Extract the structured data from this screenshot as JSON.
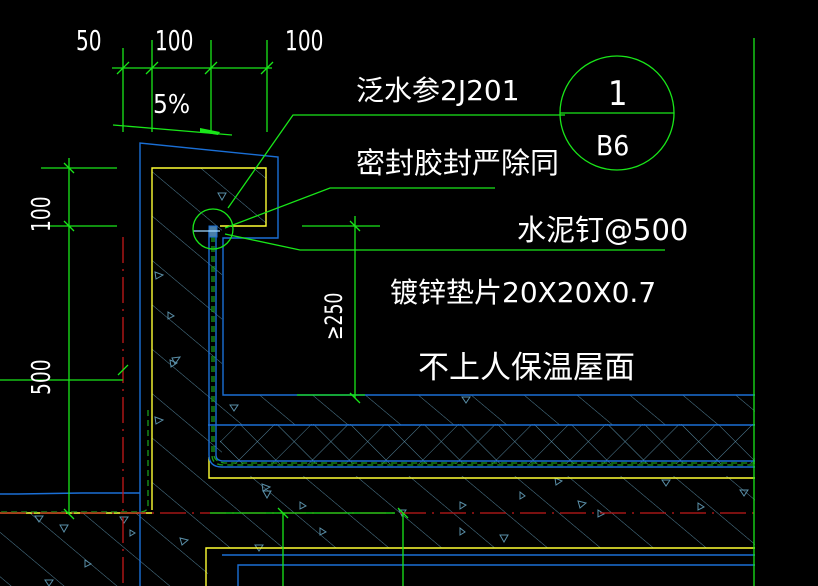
{
  "drawing": {
    "title": "不上人保温屋面",
    "background": "#000000",
    "colors": {
      "dimension": "#19e619",
      "outline": "#1a6fd6",
      "concrete_edge": "#ffff33",
      "centerline": "#c41a1a",
      "membrane": "#1a9c1a",
      "hatch": "#5a8fa8",
      "text": "#ffffff"
    }
  },
  "dimensions": {
    "top": [
      "50",
      "100",
      "100"
    ],
    "left_upper": "100",
    "left_lower": "500",
    "vertical_min": "≥250",
    "slope": "5%"
  },
  "annotations": {
    "flashing": "泛水参2J201",
    "sealant": "密封胶封严除同",
    "nail": "水泥钉@500",
    "washer": "镀锌垫片20X20X0.7",
    "roof_type": "不上人保温屋面"
  },
  "detail_callout": {
    "number": "1",
    "sheet": "B6"
  }
}
